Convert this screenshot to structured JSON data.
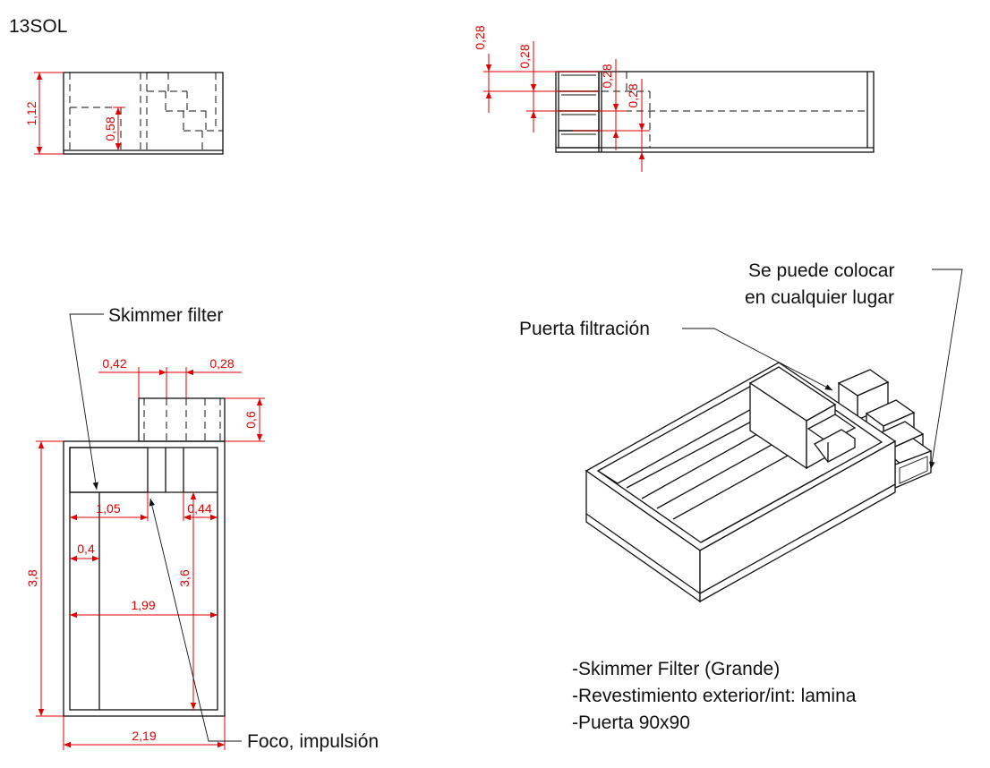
{
  "sheet": {
    "code": "13SOL"
  },
  "side_view": {
    "dims": {
      "height": "1,12",
      "inner": "0,58"
    }
  },
  "end_view": {
    "dims": {
      "d1": "0,28",
      "d2": "0,28",
      "d3": "0,28",
      "d4": "0,28"
    }
  },
  "plan_view": {
    "dims": {
      "step_w1": "0,42",
      "step_w2": "0,28",
      "step_d": "0,6",
      "length": "3,8",
      "inner_length": "3,6",
      "w_left": "1,05",
      "w_right": "0,44",
      "bench": "0,4",
      "inner_width": "1,99",
      "width": "2,19"
    },
    "callouts": {
      "skimmer": "Skimmer filter",
      "foco": "Foco, impulsión"
    }
  },
  "iso_view": {
    "callouts": {
      "puerta": "Puerta filtración",
      "place_1": "Se puede colocar",
      "place_2": "en cualquier lugar"
    }
  },
  "notes": [
    "-Skimmer Filter (Grande)",
    "-Revestimiento exterior/int: lamina",
    "-Puerta 90x90"
  ],
  "colors": {
    "dimension": "#e00000",
    "line": "#111111"
  }
}
